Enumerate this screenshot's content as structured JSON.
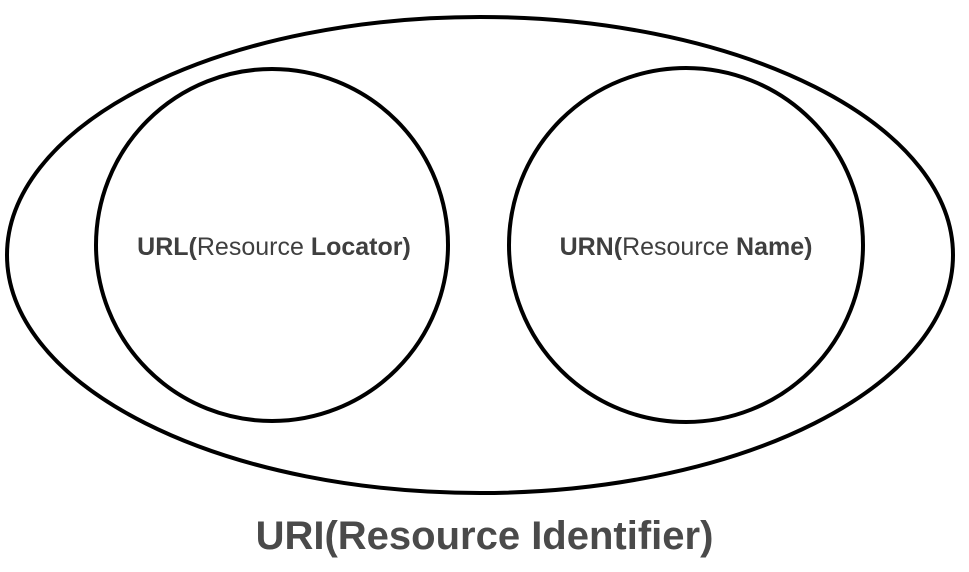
{
  "colors": {
    "stroke": "#000000",
    "label_text": "#3f3f3f",
    "caption_text": "#4a4a4a",
    "background": "#ffffff"
  },
  "url_label": {
    "prefix": "URL(",
    "middle": "Resource ",
    "suffix": "Locator)"
  },
  "urn_label": {
    "prefix": "URN(",
    "middle": "Resource ",
    "suffix": "Name)"
  },
  "uri_caption": "URI(Resource Identifier)"
}
